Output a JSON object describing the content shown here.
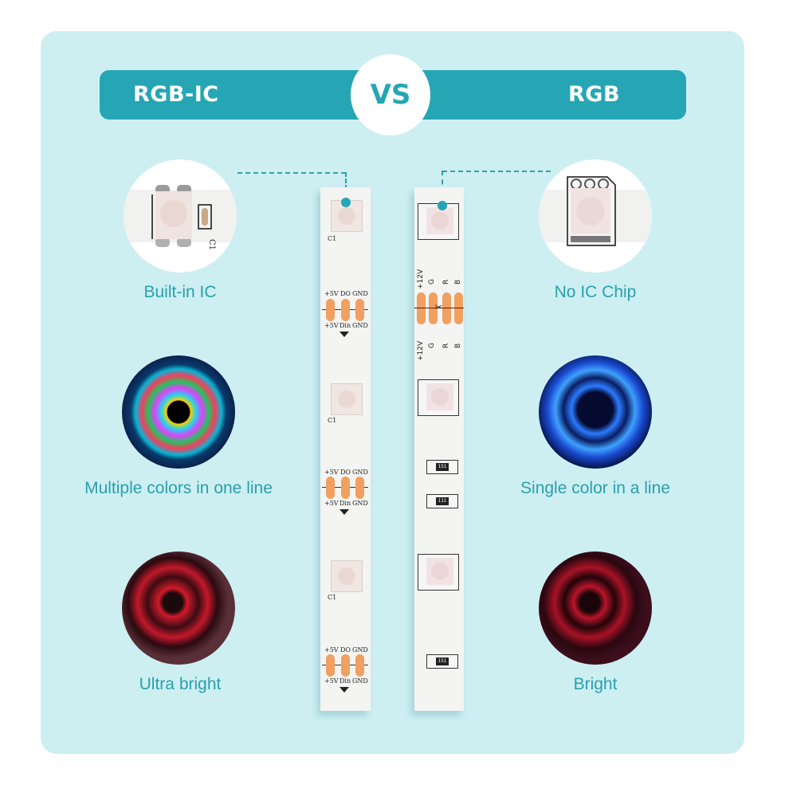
{
  "header": {
    "left_title": "RGB-IC",
    "vs_label": "VS",
    "right_title": "RGB"
  },
  "colors": {
    "panel_bg": "#cdeff2",
    "accent": "#26a6b4",
    "label_text": "#2a9fad",
    "pad_orange": "#f0a060"
  },
  "left_features": [
    {
      "label": "Built-in IC",
      "image": "ic-led-chip-closeup"
    },
    {
      "label": "Multiple colors in one line",
      "image": "multicolor-led-reel"
    },
    {
      "label": "Ultra bright",
      "image": "red-led-reel"
    }
  ],
  "right_features": [
    {
      "label": "No IC Chip",
      "image": "5050-led-chip-closeup"
    },
    {
      "label": "Single color in a line",
      "image": "blue-led-reel"
    },
    {
      "label": "Bright",
      "image": "red-led-reel"
    }
  ],
  "ic_strip": {
    "capacitor_label": "C1",
    "pad_top_labels": [
      "+5V",
      "DO",
      "GND"
    ],
    "pad_bottom_labels": [
      "+5V",
      "Din",
      "GND"
    ]
  },
  "rgb_strip": {
    "pad_labels": [
      "+12V",
      "G",
      "R",
      "B"
    ],
    "resistor_labels": [
      "151",
      "111",
      "151"
    ]
  }
}
